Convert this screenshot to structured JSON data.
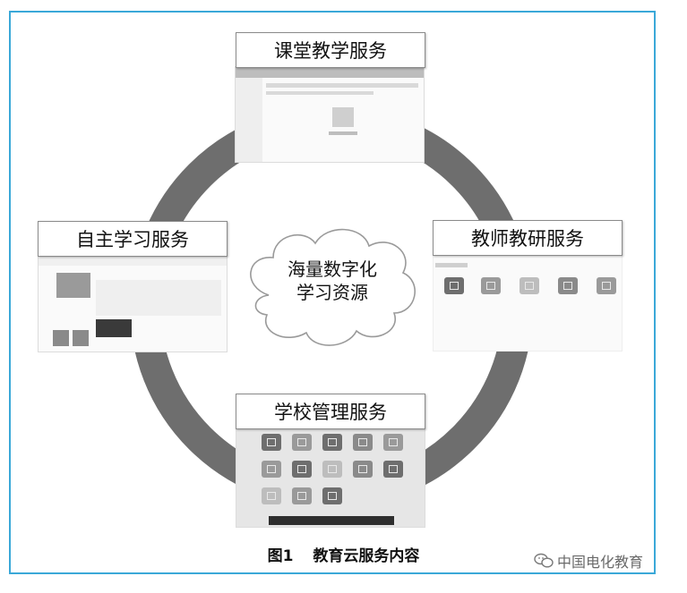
{
  "diagram": {
    "center": {
      "line1": "海量数字化",
      "line2": "学习资源"
    },
    "services": {
      "top": "课堂教学服务",
      "right": "教师教研服务",
      "bottom": "学校管理服务",
      "left": "自主学习服务"
    }
  },
  "caption": {
    "figure_number": "图1",
    "title": "教育云服务内容"
  },
  "watermark": {
    "text": "中国电化教育",
    "icon": "wechat-icon"
  },
  "colors": {
    "frame": "#3aa8d8",
    "ring": "#6e6e6e",
    "cloud_stroke": "#9a9a9a"
  }
}
